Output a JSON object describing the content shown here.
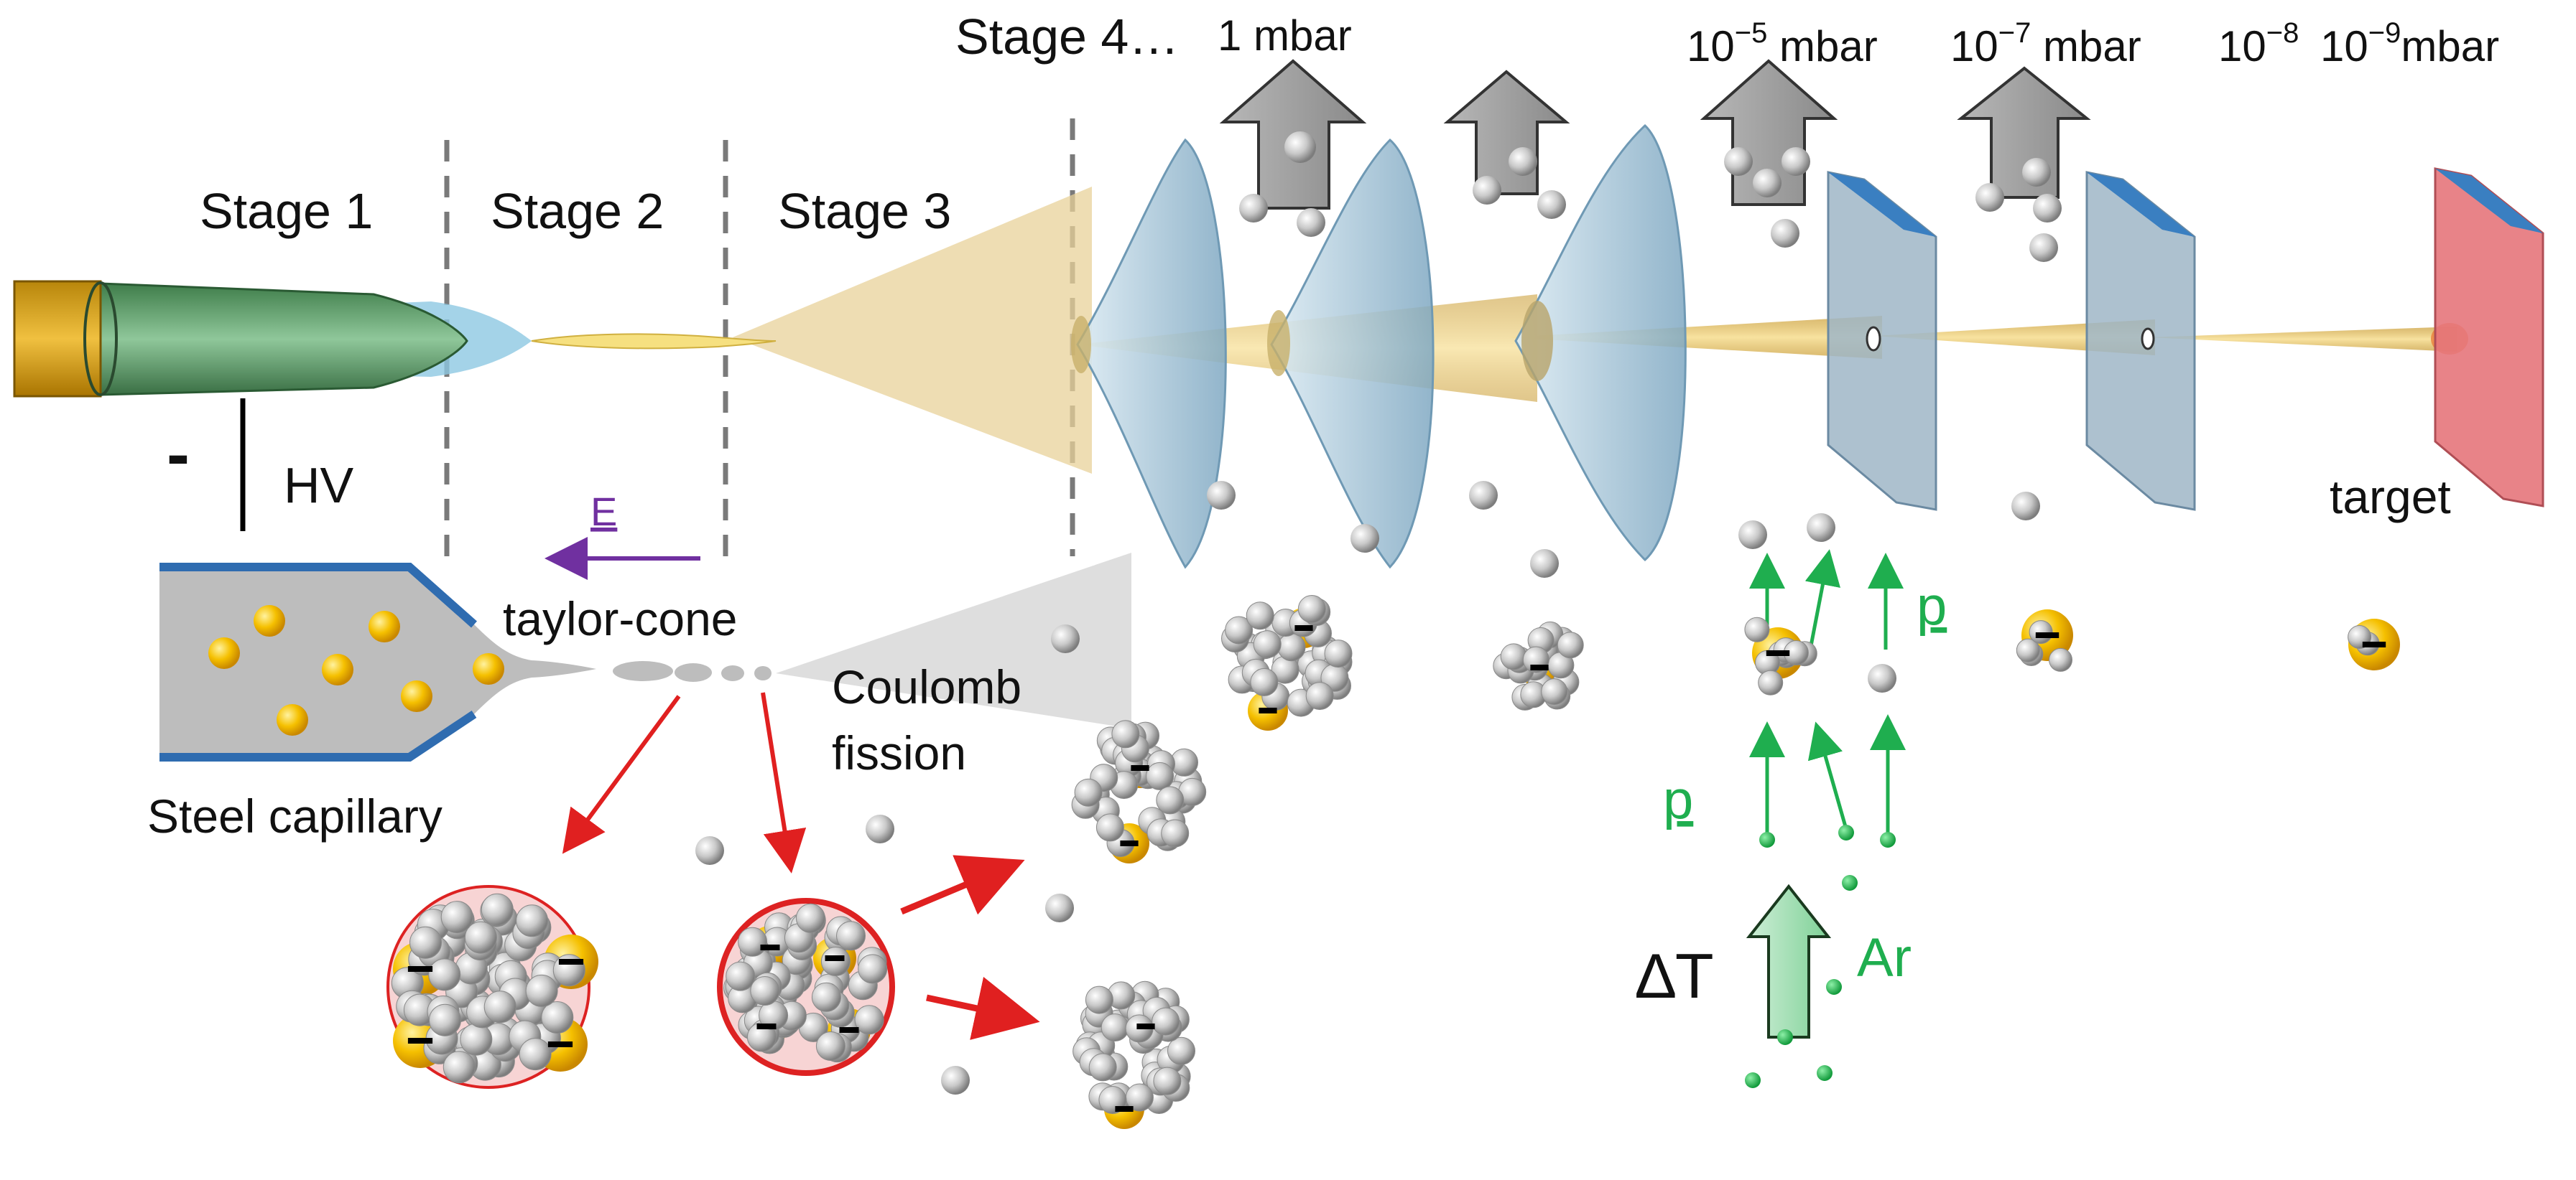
{
  "stages": {
    "stage1": "Stage 1",
    "stage2": "Stage 2",
    "stage3": "Stage 3",
    "stage4": "Stage 4…"
  },
  "pressures": {
    "p1": "1 mbar",
    "p2_base": "10",
    "p2_exp": "−5",
    "p2_unit": " mbar",
    "p3_base": "10",
    "p3_exp": "−7",
    "p3_unit": " mbar",
    "p4_base": "10",
    "p4_exp": "−8",
    "p5_base": " 10",
    "p5_exp": "−9",
    "p5_unit": "mbar"
  },
  "labels": {
    "minus": "-",
    "hv": "HV",
    "e_field": "E",
    "taylor_cone": "taylor-cone",
    "coulomb_line1": "Coulomb",
    "coulomb_line2": "fission",
    "steel_capillary": "Steel capillary",
    "target": "target",
    "momentum_upper": "p",
    "momentum_lower": "p",
    "delta_t": "∆T",
    "argon": "Ar"
  },
  "colors": {
    "gold": "#f2b705",
    "capillary_green": "#4f9a5a",
    "cone_blue": "#a7cde0",
    "beam_gold": "#e8c46a",
    "plate_blue": "#3a7fc1",
    "target_red": "#e5767b",
    "arrow_gray": "#9a9a9a",
    "green_label": "#1fae4f",
    "purple": "#7030a0",
    "red_arrow": "#e02020"
  }
}
